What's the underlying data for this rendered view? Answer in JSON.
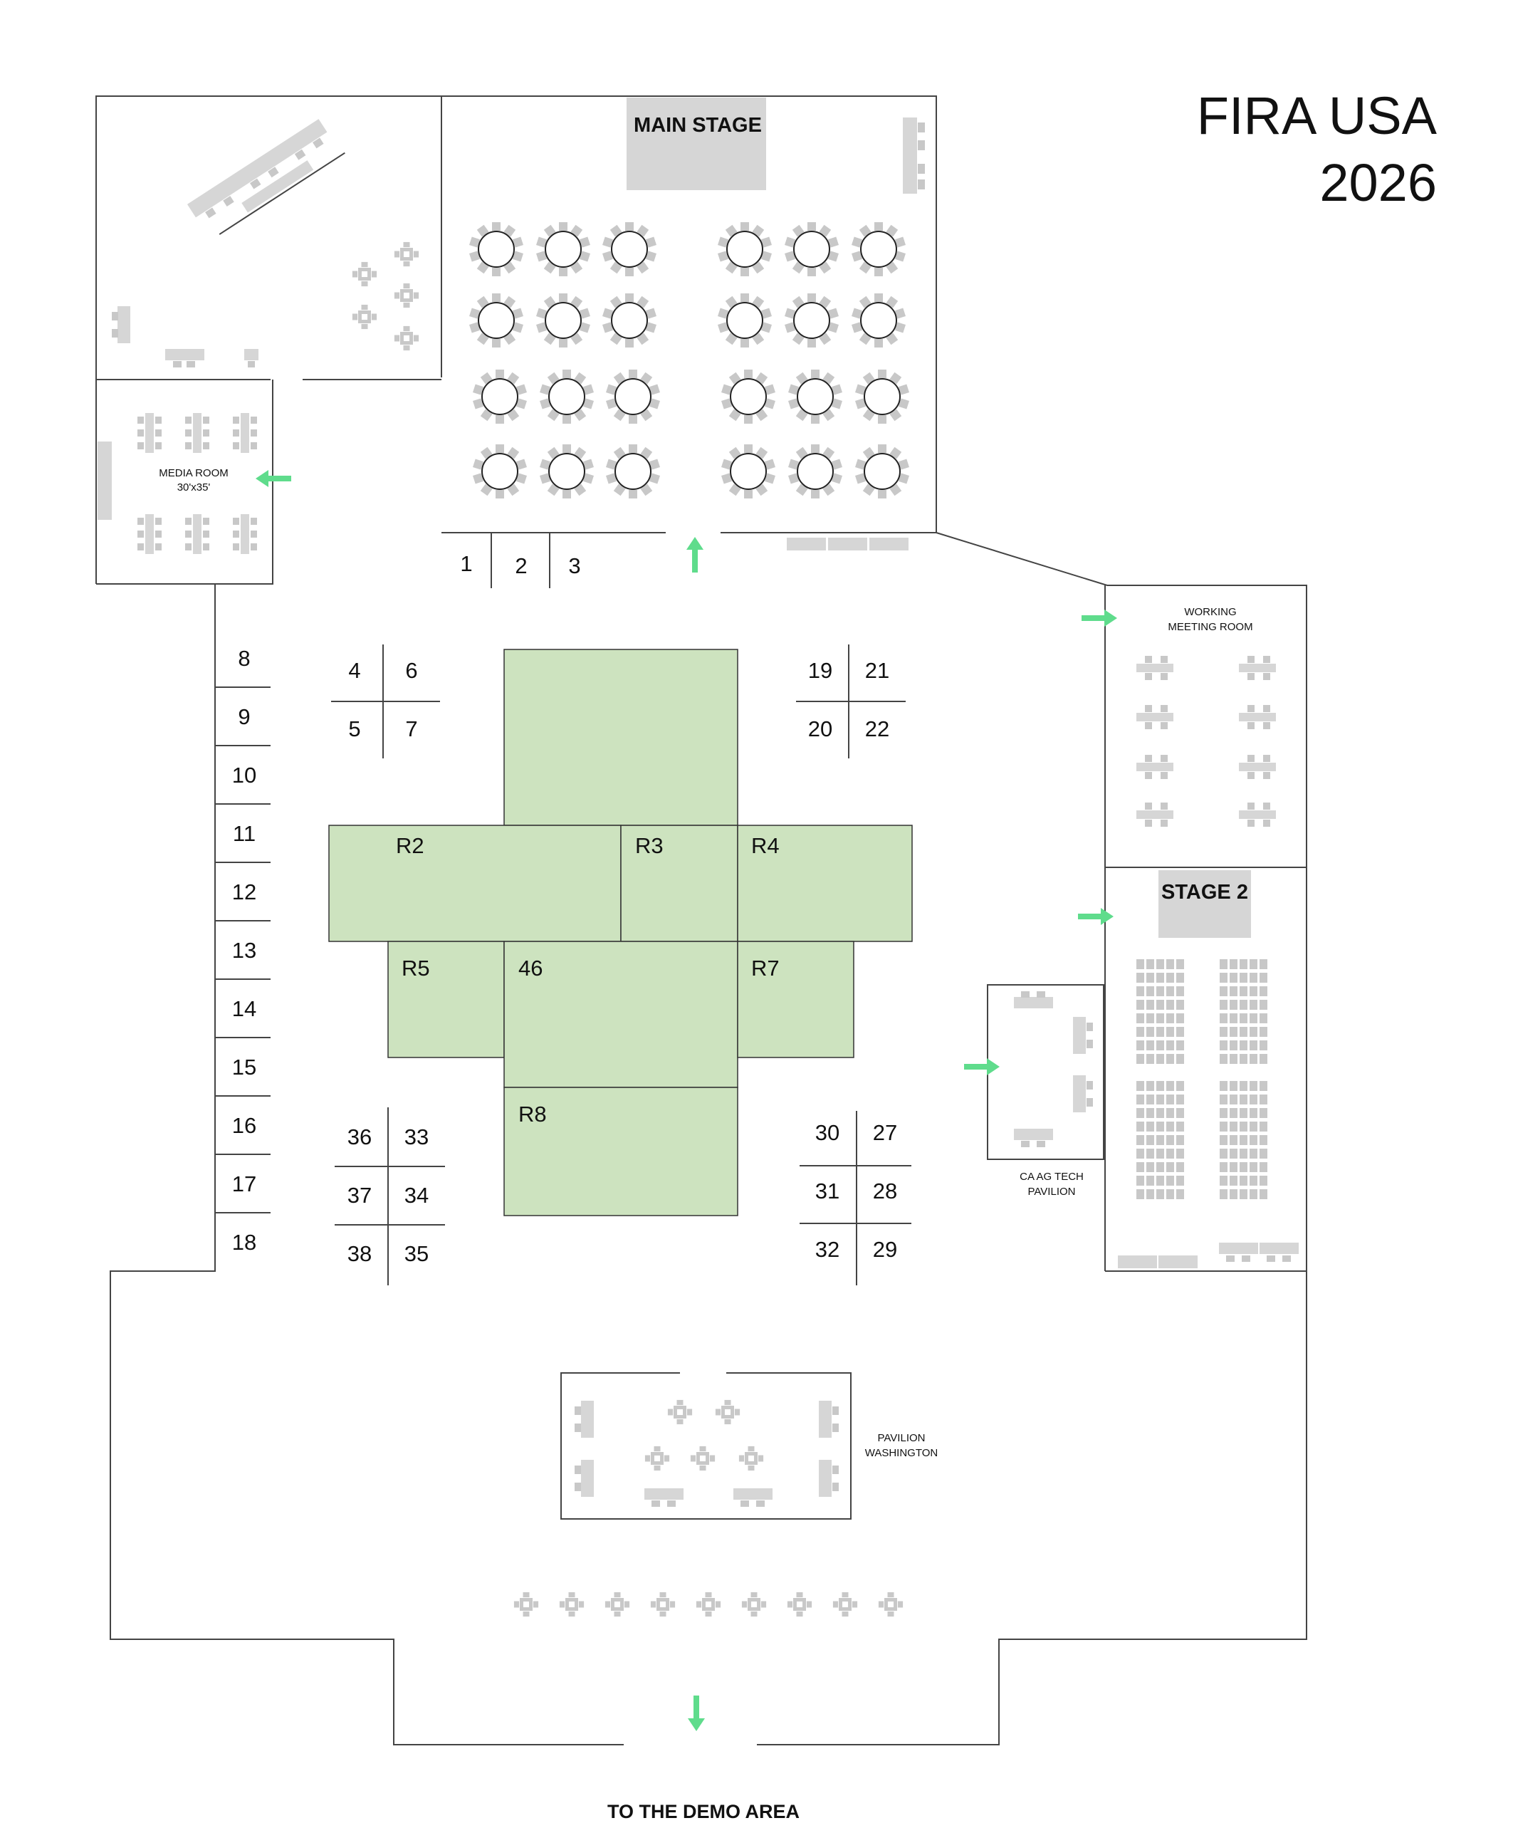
{
  "title": {
    "line1": "FIRA USA",
    "line2": "2026"
  },
  "rooms": {
    "main_stage": "MAIN STAGE",
    "stage_2": "STAGE 2",
    "media_room": "MEDIA ROOM",
    "media_room_size": "30'x35'",
    "working_meeting_room_1": "WORKING",
    "working_meeting_room_2": "MEETING ROOM",
    "ca_ag_tech_1": "CA AG TECH",
    "ca_ag_tech_2": "PAVILION",
    "pavilion_washington_1": "PAVILION",
    "pavilion_washington_2": "WASHINGTON"
  },
  "exit_label": "TO THE DEMO AREA",
  "booths": {
    "b1": "1",
    "b2": "2",
    "b3": "3",
    "b4": "4",
    "b5": "5",
    "b6": "6",
    "b7": "7",
    "left_column": [
      "8",
      "9",
      "10",
      "11",
      "12",
      "13",
      "14",
      "15",
      "16",
      "17",
      "18"
    ],
    "b19": "19",
    "b20": "20",
    "b21": "21",
    "b22": "22",
    "b27": "27",
    "b28": "28",
    "b29": "29",
    "b30": "30",
    "b31": "31",
    "b32": "32",
    "b33": "33",
    "b34": "34",
    "b35": "35",
    "b36": "36",
    "b37": "37",
    "b38": "38",
    "r2": "R2",
    "r3": "R3",
    "r4": "R4",
    "r5": "R5",
    "r7": "R7",
    "r8": "R8",
    "b46": "46"
  },
  "colors": {
    "booth_green": "#cde3bf",
    "arrow_green": "#5fdc8c",
    "furniture_gray": "#d6d6d6"
  }
}
